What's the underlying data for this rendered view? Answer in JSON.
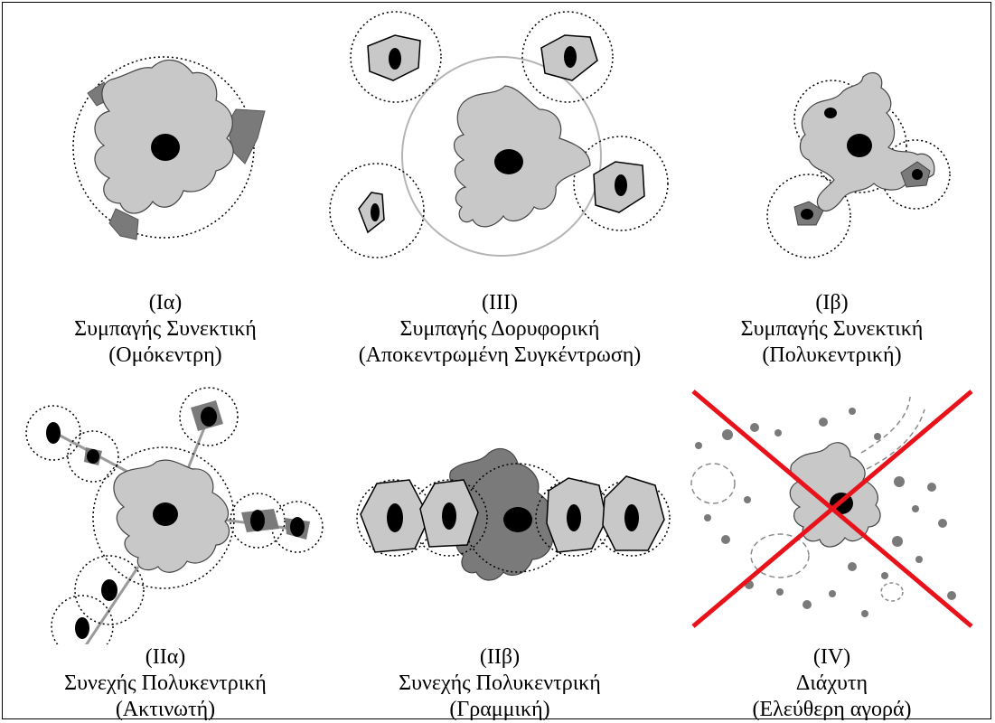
{
  "colors": {
    "urban_fill": "#c8c8c8",
    "urban_dark": "#7a7a7a",
    "core": "#000000",
    "cross": "#e8121b"
  },
  "panels": [
    {
      "id": "1a",
      "code": "(Ια)",
      "type": "Συμπαγής Συνεκτική",
      "subtype": "(Ομόκεντρη)"
    },
    {
      "id": "3",
      "code": "(ΙΙΙ)",
      "type": "Συμπαγής Δορυφορική",
      "subtype": "(Αποκεντρωμένη Συγκέντρωση)"
    },
    {
      "id": "1b",
      "code": "(Ιβ)",
      "type": "Συμπαγής Συνεκτική",
      "subtype": "(Πολυκεντρική)"
    },
    {
      "id": "2a",
      "code": "(ΙΙα)",
      "type": "Συνεχής Πολυκεντρική",
      "subtype": "(Ακτινωτή)"
    },
    {
      "id": "2b",
      "code": "(ΙΙβ)",
      "type": "Συνεχής Πολυκεντρική",
      "subtype": "(Γραμμική)"
    },
    {
      "id": "4",
      "code": "(IV)",
      "type": "Διάχυτη",
      "subtype": "(Ελεύθερη αγορά)"
    }
  ]
}
